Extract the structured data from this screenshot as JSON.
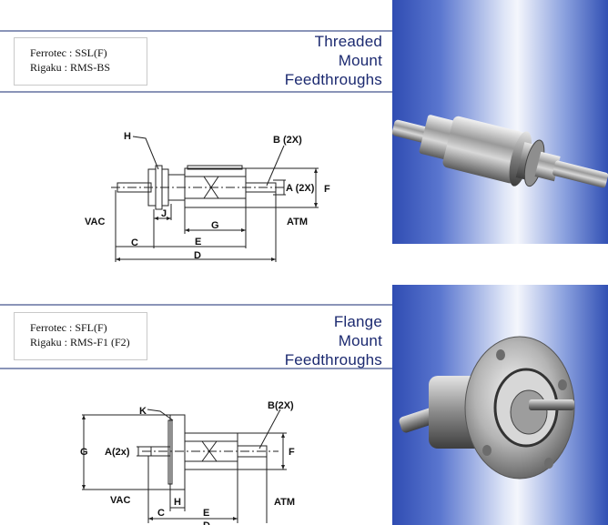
{
  "sections": [
    {
      "ref_lines": [
        "Ferrotec : SSL(F)",
        "Rigaku : RMS-BS"
      ],
      "title_lines": [
        "Threaded",
        "Mount",
        "Feedthroughs"
      ],
      "labels": {
        "H": "H",
        "B": "B (2X)",
        "A": "A (2X)",
        "F": "F",
        "VAC": "VAC",
        "ATM": "ATM",
        "J": "J",
        "G": "G",
        "C": "C",
        "E": "E",
        "D": "D"
      }
    },
    {
      "ref_lines": [
        "Ferrotec : SFL(F)",
        "Rigaku : RMS-F1 (F2)"
      ],
      "title_lines": [
        "Flange",
        "Mount",
        "Feedthroughs"
      ],
      "labels": {
        "K": "K",
        "B": "B(2X)",
        "G": "G",
        "A": "A(2x)",
        "F": "F",
        "VAC": "VAC",
        "H": "H",
        "ATM": "ATM",
        "C": "C",
        "E": "E",
        "D": "D"
      }
    }
  ],
  "colors": {
    "title": "#1c2a70",
    "rule": "#8a94b8",
    "panel_dark": "#2f4cb2",
    "panel_light": "#f4f6fc"
  }
}
